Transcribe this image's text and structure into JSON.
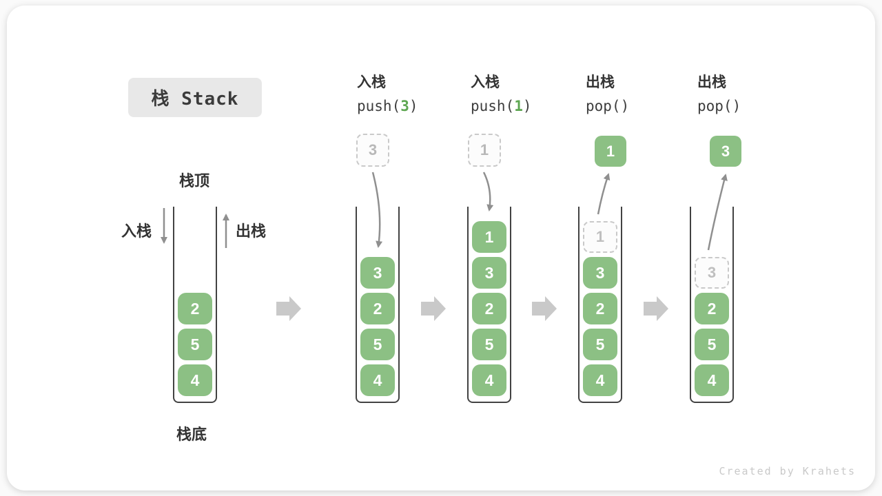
{
  "title": {
    "label": "栈 Stack"
  },
  "labels": {
    "stack_top": "栈顶",
    "stack_bottom": "栈底",
    "push_side": "入栈",
    "pop_side": "出栈"
  },
  "steps": [
    {
      "id": "initial",
      "items": [
        "2",
        "5",
        "4"
      ]
    },
    {
      "id": "push-3",
      "label_cn": "入栈",
      "code_pre": "push(",
      "code_arg": "3",
      "code_post": ")",
      "staged_value": "3",
      "items": [
        "3",
        "2",
        "5",
        "4"
      ]
    },
    {
      "id": "push-1",
      "label_cn": "入栈",
      "code_pre": "push(",
      "code_arg": "1",
      "code_post": ")",
      "staged_value": "1",
      "items": [
        "1",
        "3",
        "2",
        "5",
        "4"
      ]
    },
    {
      "id": "pop-1",
      "label_cn": "出栈",
      "code_pre": "pop(",
      "code_arg": "",
      "code_post": ")",
      "popped_value": "1",
      "ghost_value": "1",
      "items": [
        "3",
        "2",
        "5",
        "4"
      ]
    },
    {
      "id": "pop-3",
      "label_cn": "出栈",
      "code_pre": "pop(",
      "code_arg": "",
      "code_post": ")",
      "popped_value": "3",
      "ghost_value": "3",
      "items": [
        "2",
        "5",
        "4"
      ]
    }
  ],
  "colors": {
    "block_green": "#8CC084",
    "code_arg_green": "#5da651",
    "arrow_gray": "#8f8f8f",
    "step_arrow_gray": "#c9c9c9",
    "well_border": "#424242",
    "title_box_bg": "#e8e8e8"
  },
  "watermark": "Created by Krahets"
}
